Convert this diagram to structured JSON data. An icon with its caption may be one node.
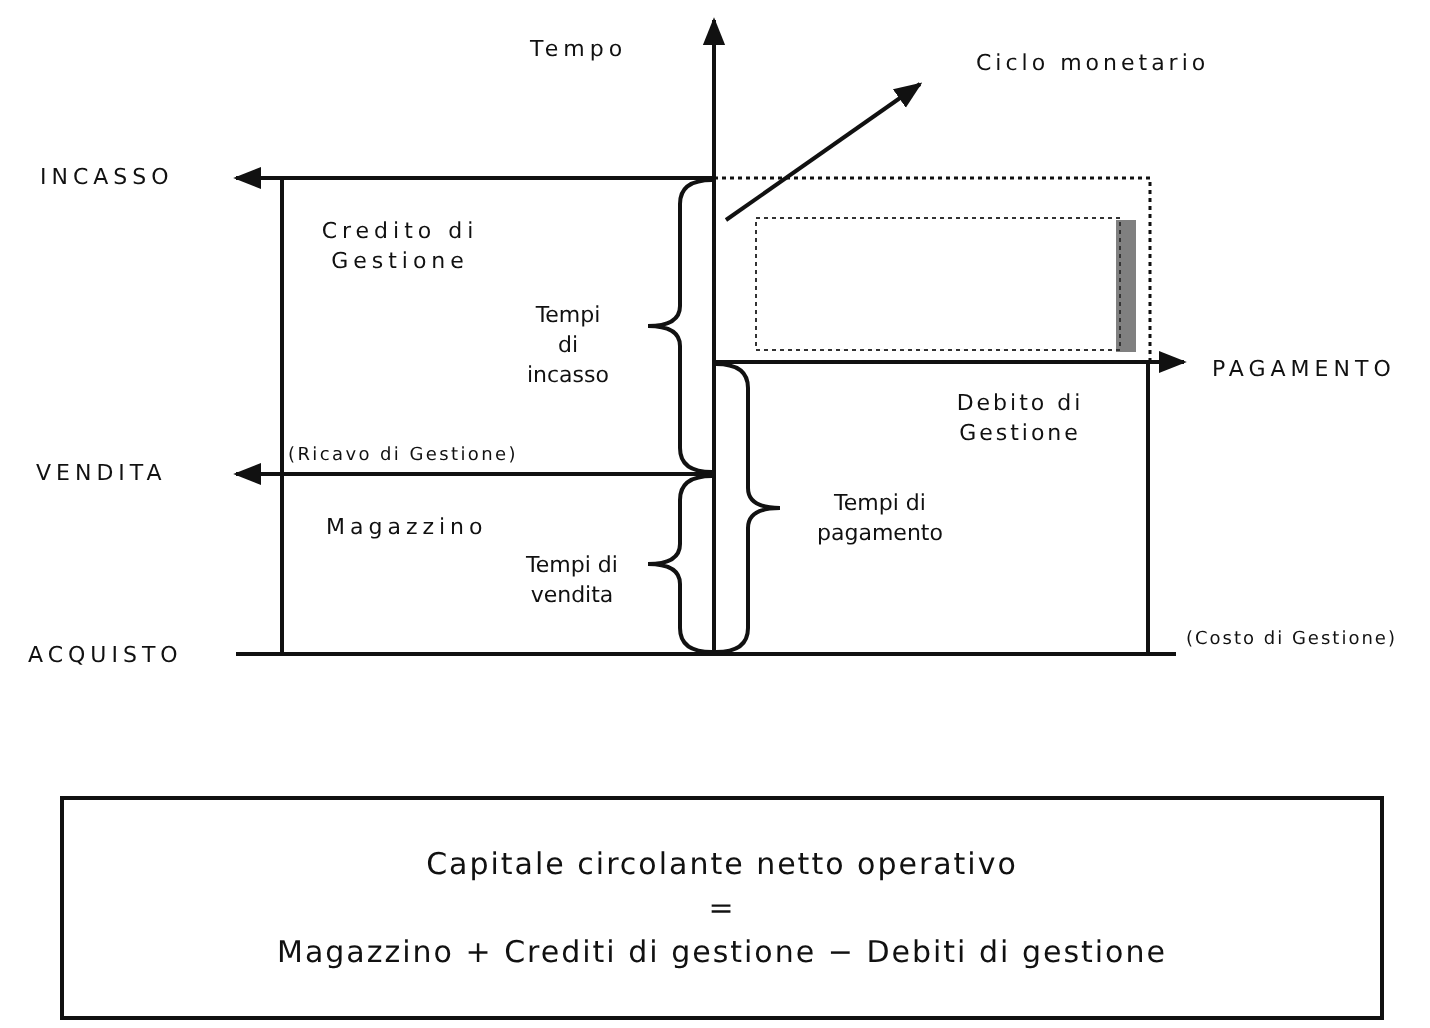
{
  "diagram": {
    "nodes": [
      {
        "text": [
          "Capitale circolante netto operativo",
          "=",
          "Magazzino + Crediti di gestione − Debiti di gestione"
        ]
      }
    ],
    "labels": [
      "Tempo",
      "Ciclo monetario",
      "INCASSO",
      "Credito di Gestione",
      "Tempi di incasso",
      "PAGAMENTO",
      "Debito di Gestione",
      "VENDITA",
      "(Ricavo di Gestione)",
      "Tempi di pagamento",
      "Magazzino",
      "Tempi di vendita",
      "ACQUISTO",
      "(Costo di Gestione)"
    ]
  }
}
